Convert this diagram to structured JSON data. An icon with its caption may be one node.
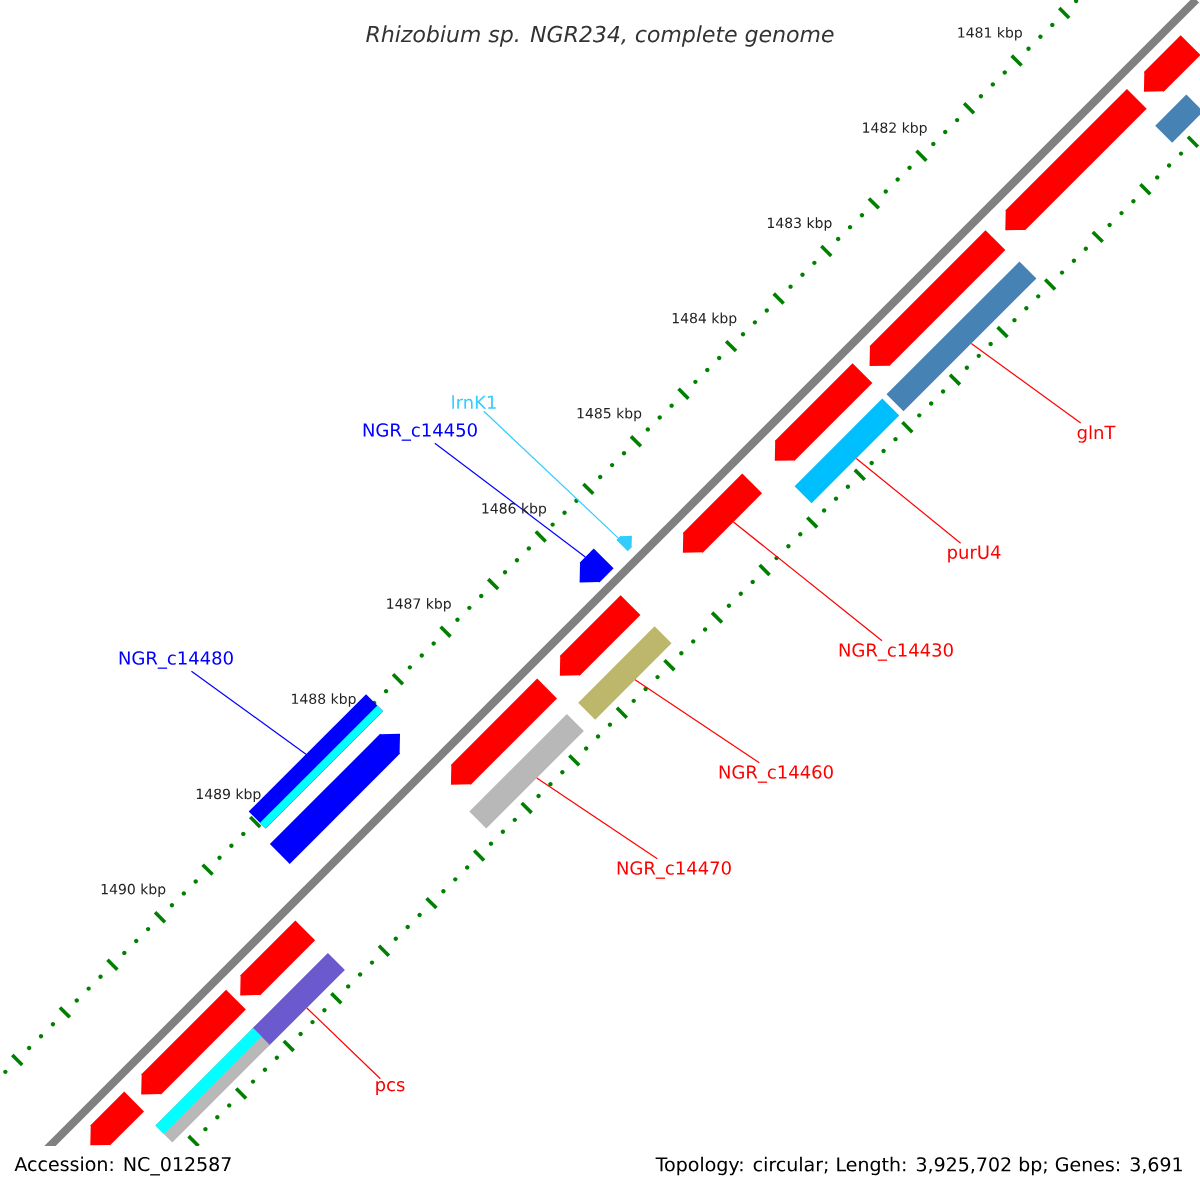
{
  "diagram": {
    "title": "Rhizobium sp. NGR234, complete genome",
    "nodes": [
      {
        "text": [
          "glnT"
        ]
      },
      {
        "text": [
          "purU4"
        ]
      },
      {
        "text": [
          "NGR_c14430"
        ]
      },
      {
        "text": [
          "NGR_c14460"
        ]
      },
      {
        "text": [
          "NGR_c14470"
        ]
      },
      {
        "text": [
          "pcs"
        ]
      },
      {
        "text": [
          "NGR_c14480"
        ]
      },
      {
        "text": [
          "NGR_c14450"
        ]
      },
      {
        "text": [
          "lrnK1"
        ]
      },
      {
        "text": [],
        "shape": "bar"
      },
      {
        "text": [],
        "shape": "bar"
      },
      {
        "text": [],
        "shape": "bar"
      },
      {
        "text": [],
        "shape": "bar"
      },
      {
        "text": [],
        "shape": "bar"
      },
      {
        "text": [],
        "shape": "bar"
      },
      {
        "text": [],
        "shape": "bar"
      },
      {
        "text": [],
        "shape": "bar"
      },
      {
        "text": [],
        "shape": "bar"
      },
      {
        "text": [],
        "shape": "bar"
      },
      {
        "text": [],
        "shape": "bar"
      },
      {
        "text": [],
        "shape": "bar"
      },
      {
        "text": [],
        "shape": "bar"
      },
      {
        "text": [],
        "shape": "bar"
      },
      {
        "text": [],
        "shape": "bar"
      },
      {
        "text": [],
        "shape": "bar"
      },
      {
        "text": [],
        "shape": "bar"
      },
      {
        "text": [],
        "shape": "bar"
      },
      {
        "text": [],
        "shape": "bar"
      },
      {
        "text": [],
        "shape": "bar"
      },
      {
        "text": [],
        "shape": "bar"
      }
    ],
    "edges": [
      {
        "from": 0,
        "to": 9,
        "arrow": "none"
      },
      {
        "from": 1,
        "to": 10,
        "arrow": "none"
      },
      {
        "from": 2,
        "to": 11,
        "arrow": "none"
      },
      {
        "from": 3,
        "to": 12,
        "arrow": "none"
      },
      {
        "from": 4,
        "to": 13,
        "arrow": "none"
      },
      {
        "from": 5,
        "to": 14,
        "arrow": "none"
      },
      {
        "from": 6,
        "to": 15,
        "arrow": "none",
        "color": "#0000ff"
      },
      {
        "from": 7,
        "to": 16,
        "arrow": "none",
        "color": "#0000ff"
      },
      {
        "from": 8,
        "to": 17,
        "arrow": "none",
        "color": "#33ccff"
      }
    ],
    "labels": [
      "1481 kbp",
      "1482 kbp",
      "1483 kbp",
      "1484 kbp",
      "1485 kbp",
      "1486 kbp",
      "1487 kbp",
      "1488 kbp",
      "1489 kbp",
      "1490 kbp",
      "Accession: NC_012587",
      "Topology: circular; Length: 3,925,702 bp; Genes: 3,691"
    ]
  }
}
